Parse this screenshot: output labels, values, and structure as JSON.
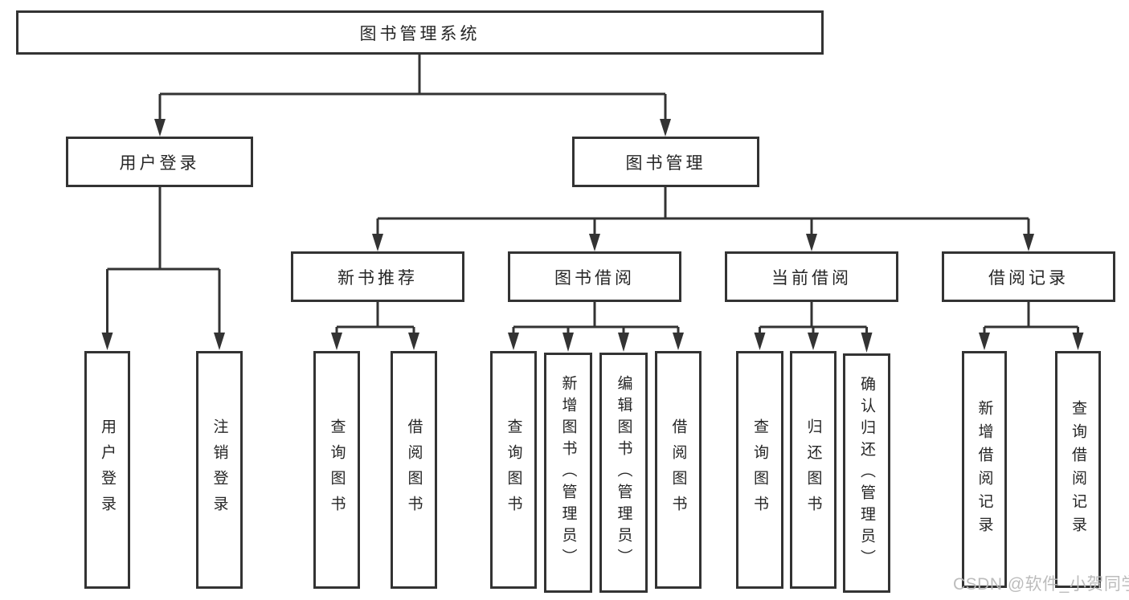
{
  "diagram": {
    "root": {
      "label": "图书管理系统"
    },
    "level2": [
      {
        "label": "用户登录",
        "children": [
          {
            "label": "用户登录"
          },
          {
            "label": "注销登录"
          }
        ]
      },
      {
        "label": "图书管理",
        "children": [
          {
            "label": "新书推荐",
            "children": [
              {
                "label": "查询图书"
              },
              {
                "label": "借阅图书"
              }
            ]
          },
          {
            "label": "图书借阅",
            "children": [
              {
                "label": "查询图书"
              },
              {
                "label": "新增图书（管理员）"
              },
              {
                "label": "编辑图书（管理员）"
              },
              {
                "label": "借阅图书"
              }
            ]
          },
          {
            "label": "当前借阅",
            "children": [
              {
                "label": "查询图书"
              },
              {
                "label": "归还图书"
              },
              {
                "label": "确认归还（管理员）"
              }
            ]
          },
          {
            "label": "借阅记录",
            "children": [
              {
                "label": "新增借阅记录"
              },
              {
                "label": "查询借阅记录"
              }
            ]
          }
        ]
      }
    ]
  },
  "watermark": {
    "text": "CSDN @软件_小贺同学"
  },
  "colors": {
    "line": "#333333",
    "text": "#262626",
    "watermark": "#b9b9b9",
    "background": "#ffffff"
  }
}
